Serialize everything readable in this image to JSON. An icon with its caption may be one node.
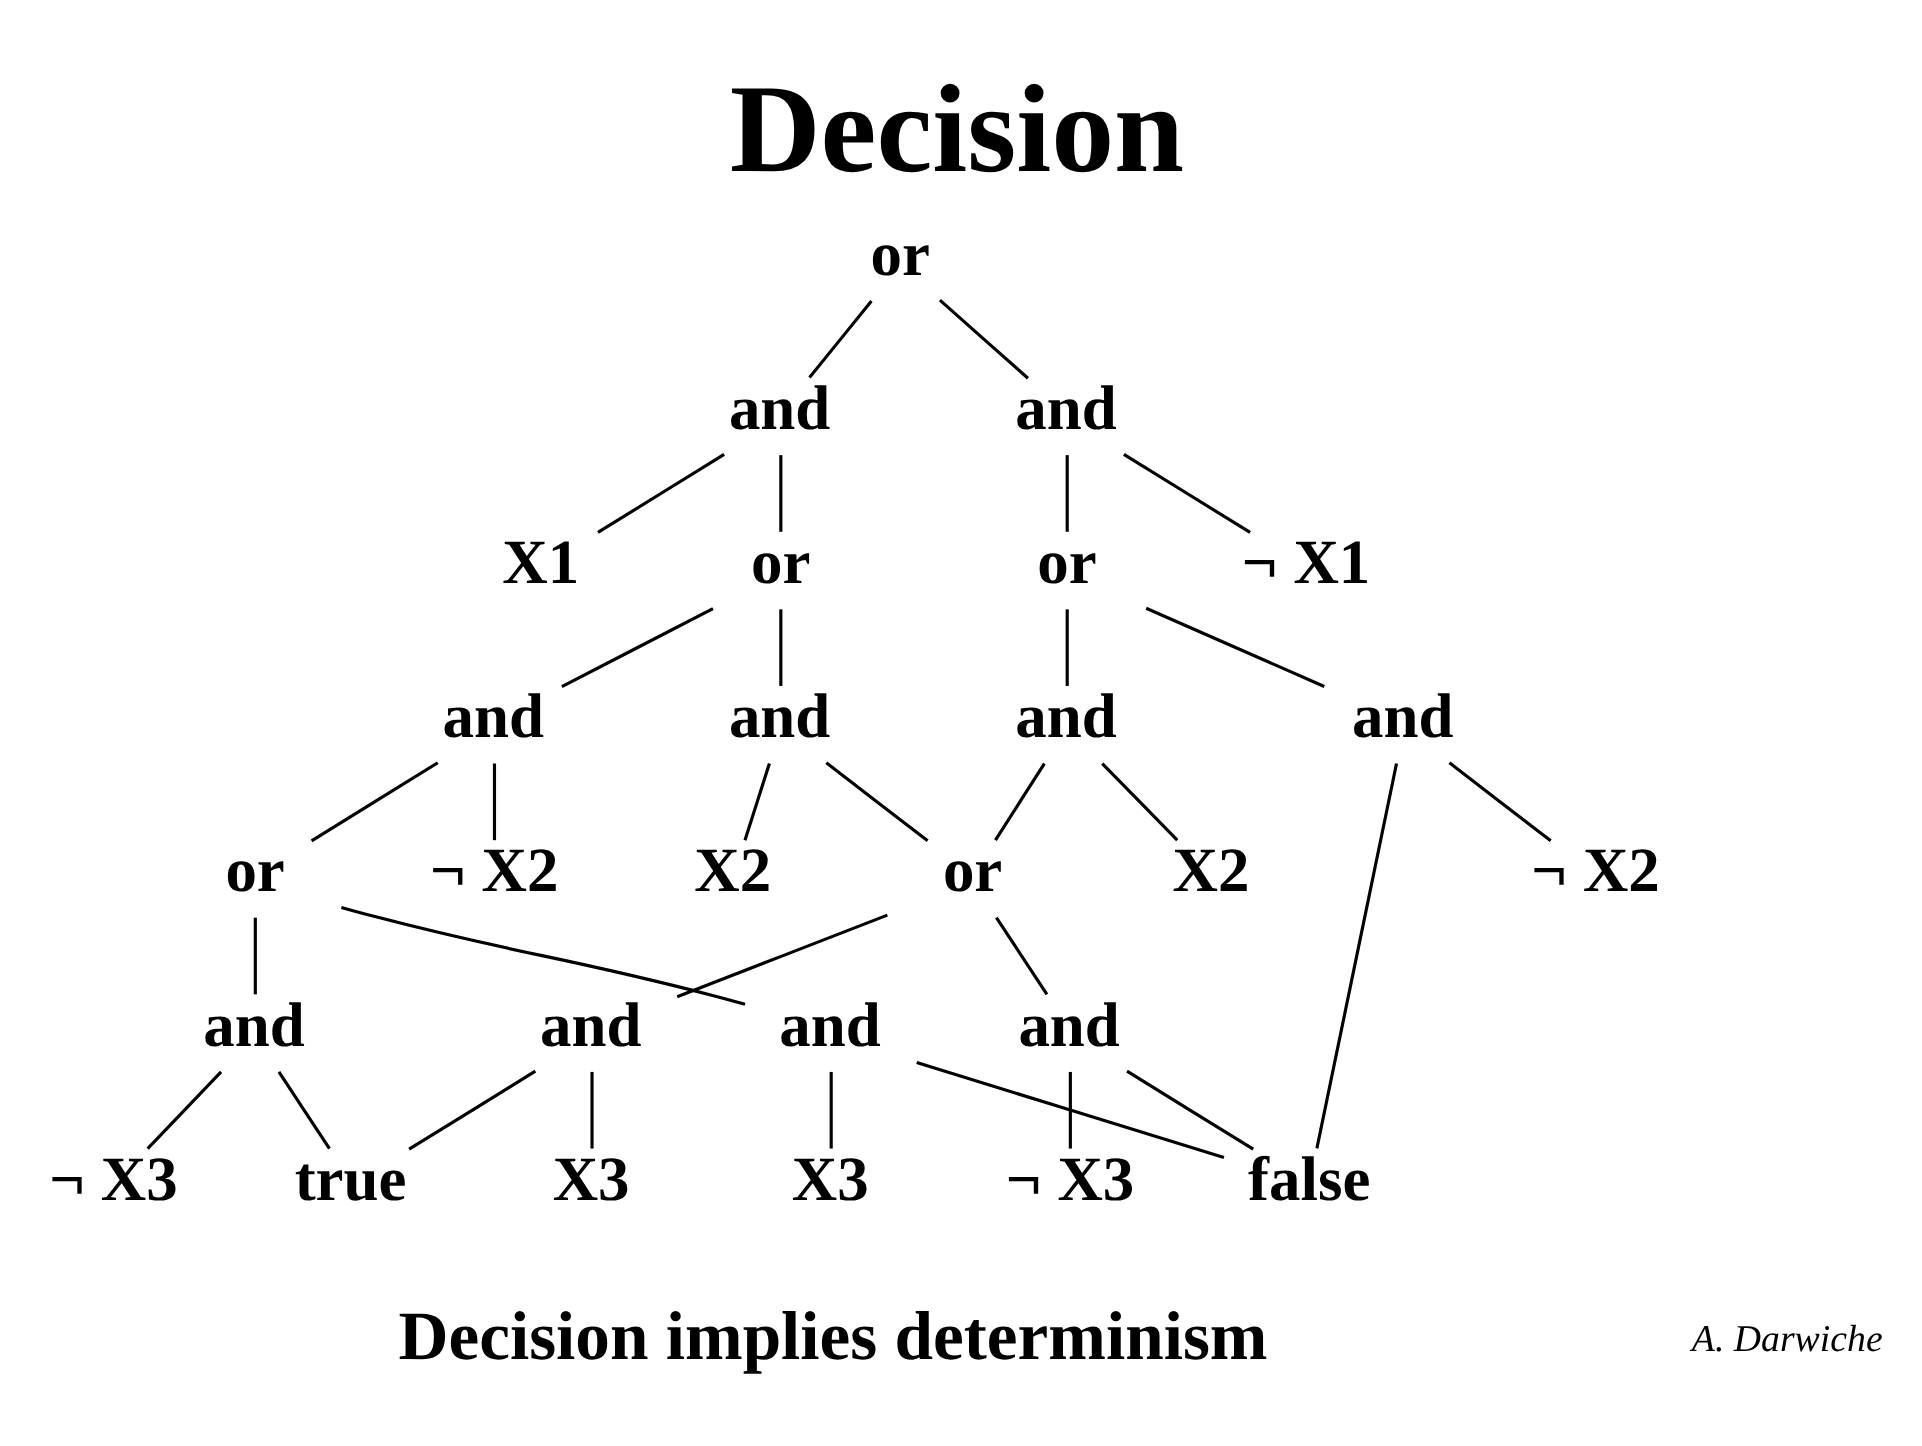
{
  "diagram": {
    "title": "Decision",
    "nodes": [
      {
        "text": [
          "or"
        ]
      },
      {
        "text": [
          "and"
        ]
      },
      {
        "text": [
          "and"
        ]
      },
      {
        "text": [
          "X1"
        ]
      },
      {
        "text": [
          "¬ X1"
        ]
      },
      {
        "text": [
          "or"
        ]
      },
      {
        "text": [
          "or"
        ]
      },
      {
        "text": [
          "and"
        ]
      },
      {
        "text": [
          "and"
        ]
      },
      {
        "text": [
          "and"
        ]
      },
      {
        "text": [
          "and"
        ]
      },
      {
        "text": [
          "¬ X2"
        ]
      },
      {
        "text": [
          "X2"
        ]
      },
      {
        "text": [
          "X2"
        ]
      },
      {
        "text": [
          "¬ X2"
        ]
      },
      {
        "text": [
          "or"
        ]
      },
      {
        "text": [
          "or"
        ]
      },
      {
        "text": [
          "and"
        ]
      },
      {
        "text": [
          "and"
        ]
      },
      {
        "text": [
          "and"
        ]
      },
      {
        "text": [
          "and"
        ]
      },
      {
        "text": [
          "¬ X3"
        ]
      },
      {
        "text": [
          "X3"
        ]
      },
      {
        "text": [
          "X3"
        ]
      },
      {
        "text": [
          "¬ X3"
        ]
      },
      {
        "text": [
          "true"
        ]
      },
      {
        "text": [
          "false"
        ]
      }
    ],
    "edges": [
      {
        "from": 0,
        "to": 1,
        "arrow": "none"
      },
      {
        "from": 0,
        "to": 2,
        "arrow": "none"
      },
      {
        "from": 1,
        "to": 5,
        "arrow": "none"
      },
      {
        "from": 1,
        "to": 3,
        "arrow": "none"
      },
      {
        "from": 2,
        "to": 4,
        "arrow": "none"
      },
      {
        "from": 2,
        "to": 6,
        "arrow": "none"
      },
      {
        "from": 5,
        "to": 7,
        "arrow": "none"
      },
      {
        "from": 5,
        "to": 8,
        "arrow": "none"
      },
      {
        "from": 6,
        "to": 9,
        "arrow": "none"
      },
      {
        "from": 6,
        "to": 10,
        "arrow": "none"
      },
      {
        "from": 7,
        "to": 11,
        "arrow": "none"
      },
      {
        "from": 7,
        "to": 15,
        "arrow": "none"
      },
      {
        "from": 8,
        "to": 12,
        "arrow": "none"
      },
      {
        "from": 8,
        "to": 16,
        "arrow": "none"
      },
      {
        "from": 9,
        "to": 13,
        "arrow": "none"
      },
      {
        "from": 9,
        "to": 16,
        "arrow": "none"
      },
      {
        "from": 10,
        "to": 26,
        "arrow": "none"
      },
      {
        "from": 10,
        "to": 14,
        "arrow": "none"
      },
      {
        "from": 15,
        "to": 17,
        "arrow": "none"
      },
      {
        "from": 15,
        "to": 18,
        "arrow": "none"
      },
      {
        "from": 16,
        "to": 19,
        "arrow": "none"
      },
      {
        "from": 16,
        "to": 20,
        "arrow": "none"
      },
      {
        "from": 17,
        "to": 21,
        "arrow": "none"
      },
      {
        "from": 17,
        "to": 25,
        "arrow": "none"
      },
      {
        "from": 18,
        "to": 22,
        "arrow": "none"
      },
      {
        "from": 18,
        "to": 26,
        "arrow": "none"
      },
      {
        "from": 19,
        "to": 25,
        "arrow": "none"
      },
      {
        "from": 19,
        "to": 23,
        "arrow": "none"
      },
      {
        "from": 20,
        "to": 26,
        "arrow": "none"
      },
      {
        "from": 20,
        "to": 24,
        "arrow": "none"
      }
    ],
    "labels": [
      "Decision implies determinism",
      "A. Darwiche"
    ]
  }
}
